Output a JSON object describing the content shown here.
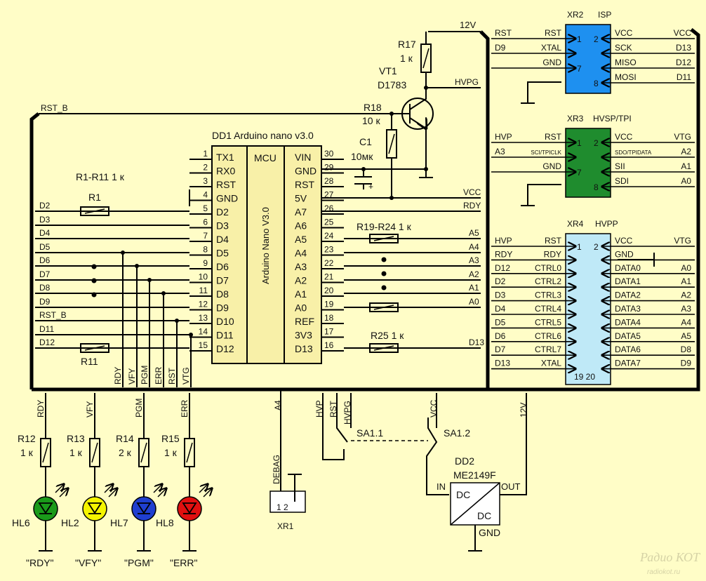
{
  "colors": {
    "background": "#fffdc7",
    "ic_body": "#f8f0a8",
    "isp_header": "#1e90f0",
    "tpi_header": "#1f8c2e",
    "hvpp_header": "#bfe9f7",
    "led_green": "#1a9a1a",
    "led_yellow": "#f5f500",
    "led_blue": "#1f3fd0",
    "led_red": "#e01010"
  },
  "power_12v": "12V",
  "dd1": {
    "title": "DD1  Arduino nano v3.0",
    "mcu": "MCU",
    "vertical_label": "Arduino Nano V3.0",
    "left_pins": [
      {
        "num": "1",
        "name": "TX1"
      },
      {
        "num": "2",
        "name": "RX0"
      },
      {
        "num": "3",
        "name": "RST"
      },
      {
        "num": "4",
        "name": "GND"
      },
      {
        "num": "5",
        "name": "D2"
      },
      {
        "num": "6",
        "name": "D3"
      },
      {
        "num": "7",
        "name": "D4"
      },
      {
        "num": "8",
        "name": "D5"
      },
      {
        "num": "9",
        "name": "D6"
      },
      {
        "num": "10",
        "name": "D7"
      },
      {
        "num": "11",
        "name": "D8"
      },
      {
        "num": "12",
        "name": "D9"
      },
      {
        "num": "13",
        "name": "D10"
      },
      {
        "num": "14",
        "name": "D11"
      },
      {
        "num": "15",
        "name": "D12"
      }
    ],
    "right_pins": [
      {
        "num": "30",
        "name": "VIN"
      },
      {
        "num": "29",
        "name": "GND"
      },
      {
        "num": "28",
        "name": "RST"
      },
      {
        "num": "27",
        "name": "5V"
      },
      {
        "num": "26",
        "name": "A7"
      },
      {
        "num": "25",
        "name": "A6"
      },
      {
        "num": "24",
        "name": "A5"
      },
      {
        "num": "23",
        "name": "A4"
      },
      {
        "num": "22",
        "name": "A3"
      },
      {
        "num": "21",
        "name": "A2"
      },
      {
        "num": "20",
        "name": "A1"
      },
      {
        "num": "19",
        "name": "A0"
      },
      {
        "num": "18",
        "name": "REF"
      },
      {
        "num": "17",
        "name": "3V3"
      },
      {
        "num": "16",
        "name": "D13"
      }
    ]
  },
  "left_bus_nets": [
    "D2",
    "D3",
    "D4",
    "D5",
    "D6",
    "D7",
    "D8",
    "D9",
    "RST_B",
    "D11",
    "D12"
  ],
  "left_top_net": "RST_B",
  "resistors": {
    "r1_r11": "R1-R11 1 к",
    "r1": "R1",
    "r11": "R11",
    "r17": "R17",
    "r17_val": "1 к",
    "r18": "R18",
    "r18_val": "10 к",
    "r19_r24": "R19-R24 1 к",
    "r25": "R25   1 к"
  },
  "vt1": {
    "name": "VT1",
    "part": "D1783"
  },
  "c1": {
    "name": "C1",
    "val": "10мк",
    "plus": "+"
  },
  "right_dd1_nets": {
    "vcc": "VCC",
    "rdy": "RDY",
    "hvpg": "HVPG",
    "a5": "A5",
    "a4": "A4",
    "a3": "A3",
    "a2": "A2",
    "a1": "A1",
    "a0": "A0",
    "d13": "D13"
  },
  "xr2": {
    "title": "XR2",
    "sub": "ISP",
    "left": [
      {
        "bus": "RST",
        "sig": "RST",
        "pin": "1"
      },
      {
        "bus": "D9",
        "sig": "XTAL",
        "pin": ""
      },
      {
        "bus": "",
        "sig": "GND",
        "pin": "7"
      }
    ],
    "right": [
      {
        "pin": "2",
        "sig": "VCC",
        "bus": "VCC"
      },
      {
        "pin": "",
        "sig": "SCK",
        "bus": "D13"
      },
      {
        "pin": "",
        "sig": "MISO",
        "bus": "D12"
      },
      {
        "pin": "8",
        "sig": "MOSI",
        "bus": "D11"
      }
    ]
  },
  "xr3": {
    "title": "XR3",
    "sub": "HVSP/TPI",
    "left": [
      {
        "bus": "HVP",
        "sig": "RST",
        "pin": "1"
      },
      {
        "bus": "A3",
        "sig": "SCI/TPICLK",
        "pin": ""
      },
      {
        "bus": "",
        "sig": "GND",
        "pin": "7"
      }
    ],
    "right": [
      {
        "pin": "2",
        "sig": "VCC",
        "bus": "VTG"
      },
      {
        "pin": "",
        "sig": "SDO/TPIDATA",
        "bus": "A2"
      },
      {
        "pin": "",
        "sig": "SII",
        "bus": "A1"
      },
      {
        "pin": "8",
        "sig": "SDI",
        "bus": "A0"
      }
    ]
  },
  "xr4": {
    "title": "XR4",
    "sub": "HVPP",
    "left": [
      {
        "bus": "HVP",
        "sig": "RST",
        "pin": "1"
      },
      {
        "bus": "RDY",
        "sig": "RDY",
        "pin": ""
      },
      {
        "bus": "D12",
        "sig": "CTRL0",
        "pin": ""
      },
      {
        "bus": "D2",
        "sig": "CTRL2",
        "pin": ""
      },
      {
        "bus": "D3",
        "sig": "CTRL3",
        "pin": ""
      },
      {
        "bus": "D4",
        "sig": "CTRL4",
        "pin": ""
      },
      {
        "bus": "D5",
        "sig": "CTRL5",
        "pin": ""
      },
      {
        "bus": "D6",
        "sig": "CTRL6",
        "pin": ""
      },
      {
        "bus": "D7",
        "sig": "CTRL7",
        "pin": ""
      },
      {
        "bus": "D13",
        "sig": "XTAL",
        "pin": ""
      }
    ],
    "right": [
      {
        "pin": "2",
        "sig": "VCC",
        "bus": "VTG"
      },
      {
        "pin": "",
        "sig": "GND",
        "bus": ""
      },
      {
        "pin": "",
        "sig": "DATA0",
        "bus": "A0"
      },
      {
        "pin": "",
        "sig": "DATA1",
        "bus": "A1"
      },
      {
        "pin": "",
        "sig": "DATA2",
        "bus": "A2"
      },
      {
        "pin": "",
        "sig": "DATA3",
        "bus": "A3"
      },
      {
        "pin": "",
        "sig": "DATA4",
        "bus": "A4"
      },
      {
        "pin": "",
        "sig": "DATA5",
        "bus": "A5"
      },
      {
        "pin": "",
        "sig": "DATA6",
        "bus": "D8"
      },
      {
        "pin": "",
        "sig": "DATA7",
        "bus": "D9"
      }
    ],
    "bottom_pins": "19  20"
  },
  "bottom_bus_nets": [
    "RDY",
    "VFY",
    "PGM",
    "ERR",
    "RST",
    "VTG"
  ],
  "leds": [
    {
      "net": "RDY",
      "r": "R12",
      "rv": "1 к",
      "hl": "HL6",
      "caption": "\"RDY\""
    },
    {
      "net": "VFY",
      "r": "R13",
      "rv": "1 к",
      "hl": "HL2",
      "caption": "\"VFY\""
    },
    {
      "net": "PGM",
      "r": "R14",
      "rv": "2 к",
      "hl": "HL7",
      "caption": "\"PGM\""
    },
    {
      "net": "ERR",
      "r": "R15",
      "rv": "1 к",
      "hl": "HL8",
      "caption": "\"ERR\""
    }
  ],
  "xr1": {
    "net": "A4",
    "label": "DEBAG",
    "pins": "1  2",
    "name": "XR1"
  },
  "switch": {
    "hvp": "HVP",
    "rst": "RST",
    "hvpg": "HVPG",
    "sa11": "SA1.1",
    "vcc": "VCC",
    "sa12": "SA1.2"
  },
  "dd2": {
    "name": "DD2",
    "part": "ME2149F",
    "in": "IN",
    "out": "OUT",
    "dc1": "DC",
    "dc2": "DC",
    "gnd": "GND",
    "v12": "12V"
  },
  "watermark": {
    "logo": "Радио КОТ",
    "site": "radiokot.ru"
  }
}
